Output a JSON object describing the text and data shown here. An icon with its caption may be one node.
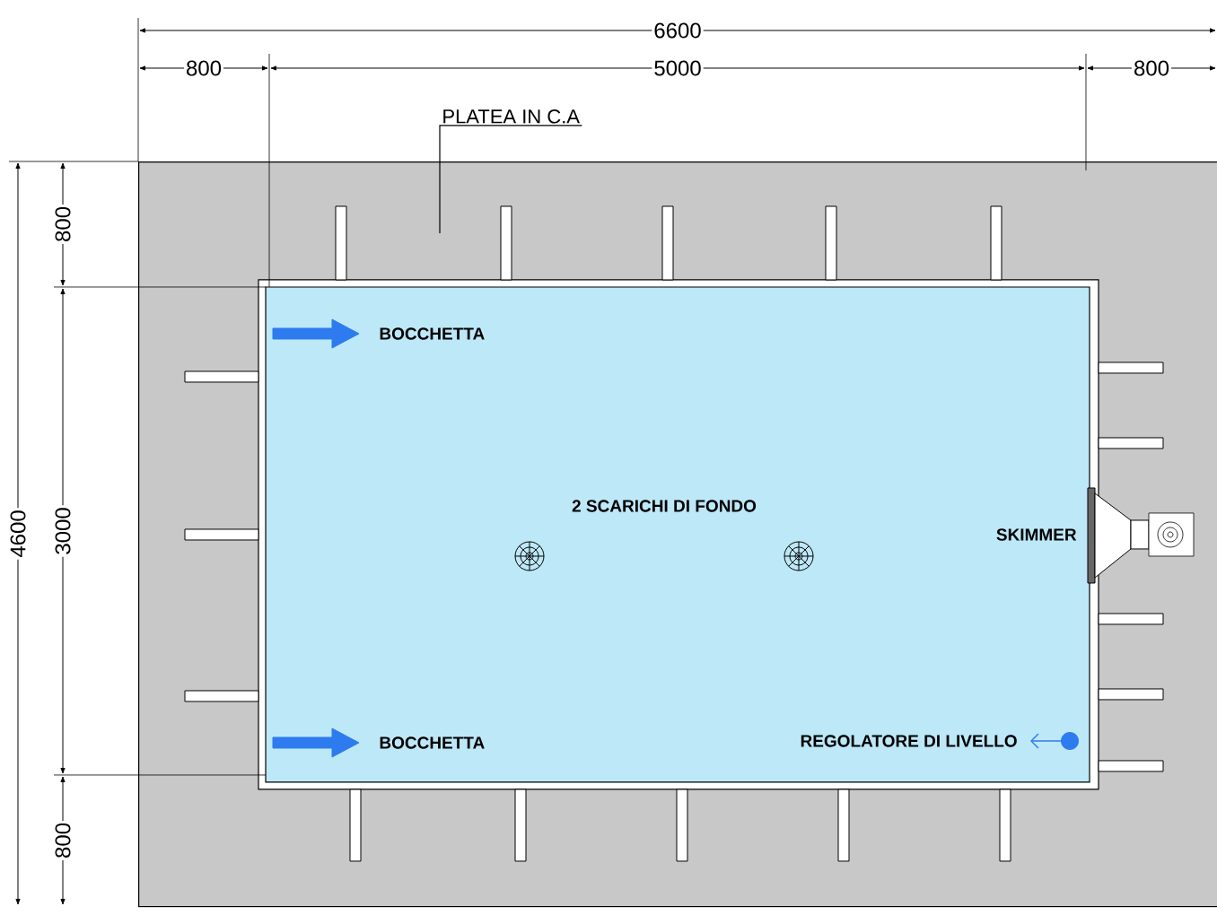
{
  "diagram": {
    "nodes": [
      {
        "text": [
          "PLATEA IN C.A"
        ]
      },
      {
        "text": [],
        "shape": "box"
      }
    ],
    "edges": [
      {
        "from": 0,
        "to": 1,
        "arrow": "none"
      }
    ],
    "labels": [
      "BOCCHETTA",
      "BOCCHETTA",
      "2 SCARICHI DI FONDO",
      "SKIMMER",
      "REGOLATORE DI LIVELLO",
      "6600",
      "800",
      "5000",
      "800",
      "800",
      "3000",
      "800",
      "4600"
    ]
  }
}
